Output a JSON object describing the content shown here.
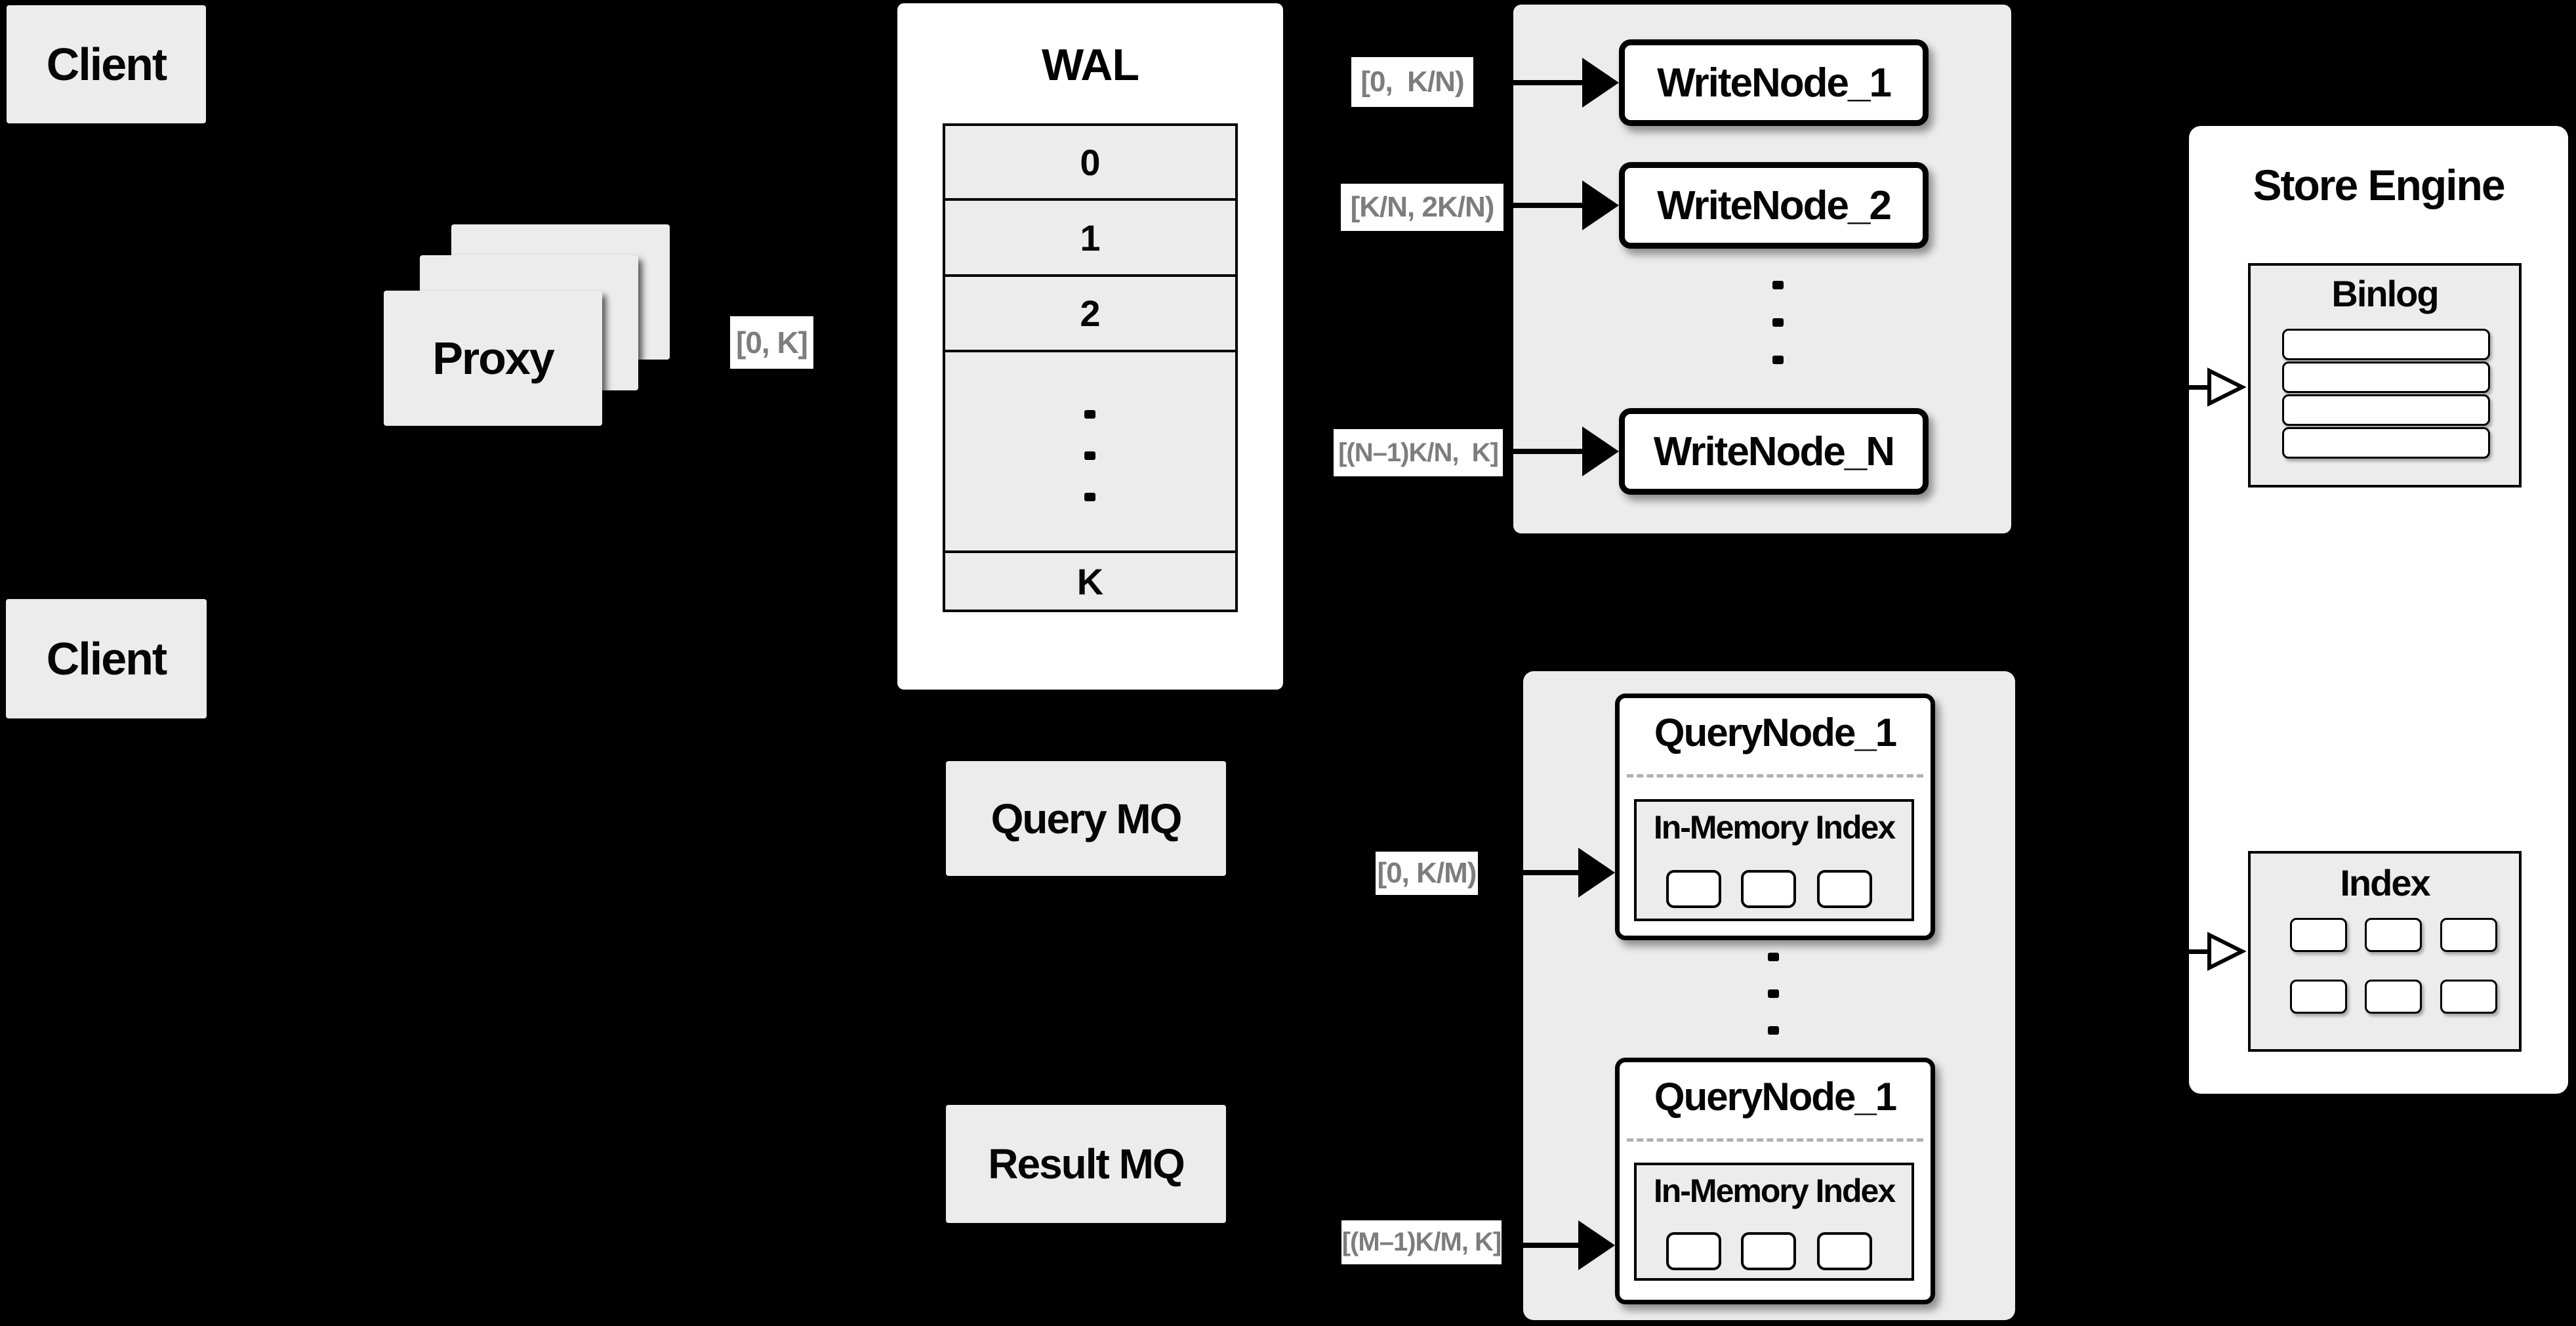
{
  "colors": {
    "background": "#000000",
    "box_gray": "#ececec",
    "box_white": "#ffffff",
    "border": "#000000",
    "range_label_text": "#7d7d7d"
  },
  "clients": {
    "top": "Client",
    "bottom": "Client"
  },
  "proxy": {
    "label": "Proxy"
  },
  "ranges": {
    "proxy_out": "[0, K]",
    "write_1": "[0,  K/N)",
    "write_2": "[K/N, 2K/N)",
    "write_n": "[(N–1)K/N,  K]",
    "query_1": "[0, K/M)",
    "query_m": "[(M–1)K/M, K]"
  },
  "wal": {
    "title": "WAL",
    "segments": [
      "0",
      "1",
      "2"
    ],
    "last_segment": "K"
  },
  "write_cluster": {
    "node_1": "WriteNode_1",
    "node_2": "WriteNode_2",
    "node_n": "WriteNode_N"
  },
  "store_engine": {
    "title": "Store Engine",
    "binlog_title": "Binlog",
    "index_title": "Index"
  },
  "mq": {
    "query": "Query MQ",
    "result": "Result MQ"
  },
  "query_cluster": {
    "node_1_title": "QueryNode_1",
    "node_2_title": "QueryNode_1",
    "panel_title": "In-Memory Index"
  }
}
